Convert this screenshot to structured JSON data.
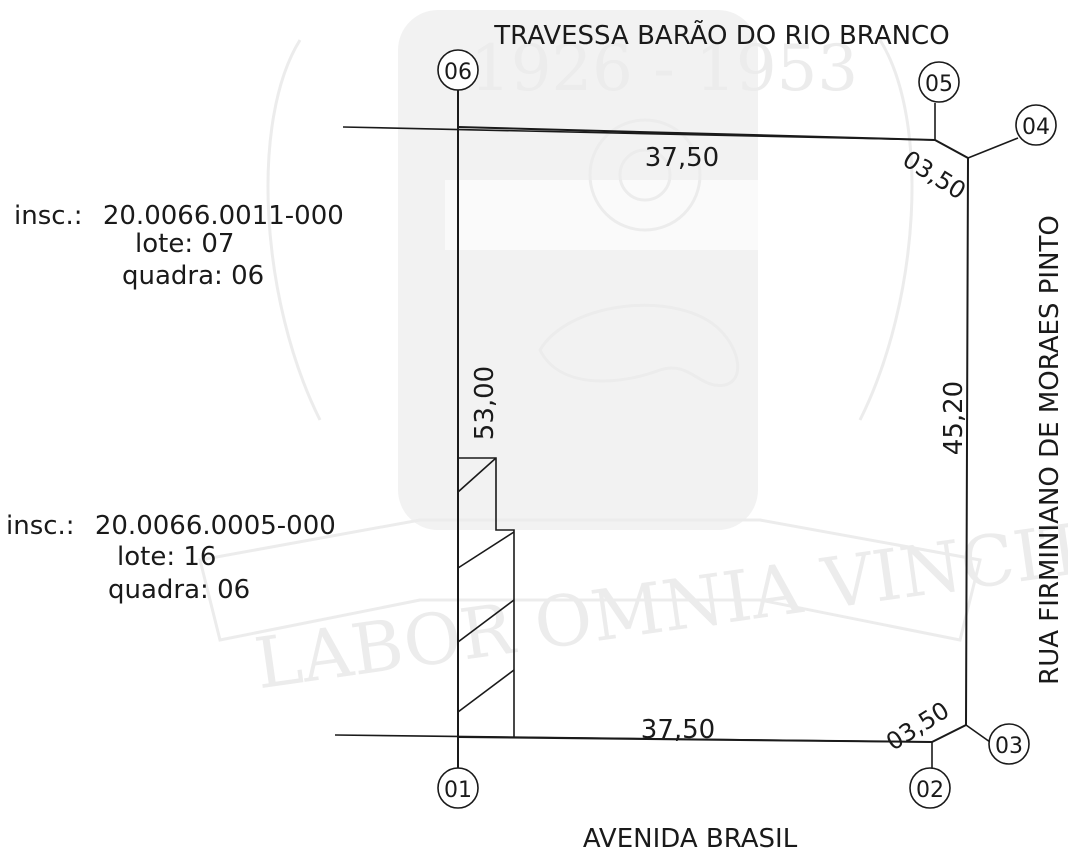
{
  "watermark": {
    "years": "1926 - 1953",
    "motto": "LABOR OMNIA VINCIT"
  },
  "streets": {
    "top": "TRAVESSA BARÃO DO RIO BRANCO",
    "bottom": "AVENIDA BRASIL",
    "right": "RUA FIRMINIANO DE MORAES PINTO"
  },
  "points": {
    "p01": "01",
    "p02": "02",
    "p03": "03",
    "p04": "04",
    "p05": "05",
    "p06": "06"
  },
  "dimensions": {
    "top": "37,50",
    "bottom": "37,50",
    "left": "53,00",
    "right": "45,20",
    "corner_top": "03,50",
    "corner_bottom": "03,50"
  },
  "parcels": {
    "upper": {
      "insc_label": "insc.:",
      "insc_value": "20.0066.0011-000",
      "lote": "lote: 07",
      "quadra": "quadra: 06"
    },
    "lower": {
      "insc_label": "insc.:",
      "insc_value": "20.0066.0005-000",
      "lote": "lote: 16",
      "quadra": "quadra: 06"
    }
  }
}
